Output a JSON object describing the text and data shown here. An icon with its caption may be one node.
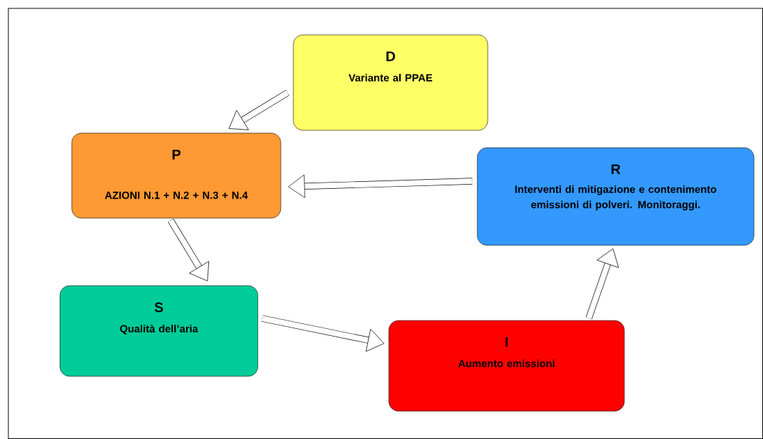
{
  "diagram": {
    "nodes": [
      {
        "text": [
          "D",
          "Variante al PPAE"
        ]
      },
      {
        "text": [
          "P",
          "AZIONI N.1 + N.2 + N.3 + N.4"
        ]
      },
      {
        "text": [
          "R",
          "Interventi di mitigazione e contenimento emissioni di polveri. Monitoraggi."
        ]
      },
      {
        "text": [
          "S",
          "Qualità dell’aria"
        ]
      },
      {
        "text": [
          "I",
          "Aumento emissioni"
        ]
      }
    ],
    "edges": [
      {
        "from": 0,
        "to": 1,
        "arrow": "to"
      },
      {
        "from": 2,
        "to": 1,
        "arrow": "to"
      },
      {
        "from": 1,
        "to": 3,
        "arrow": "to"
      },
      {
        "from": 3,
        "to": 4,
        "arrow": "to"
      },
      {
        "from": 4,
        "to": 2,
        "arrow": "to"
      }
    ]
  }
}
